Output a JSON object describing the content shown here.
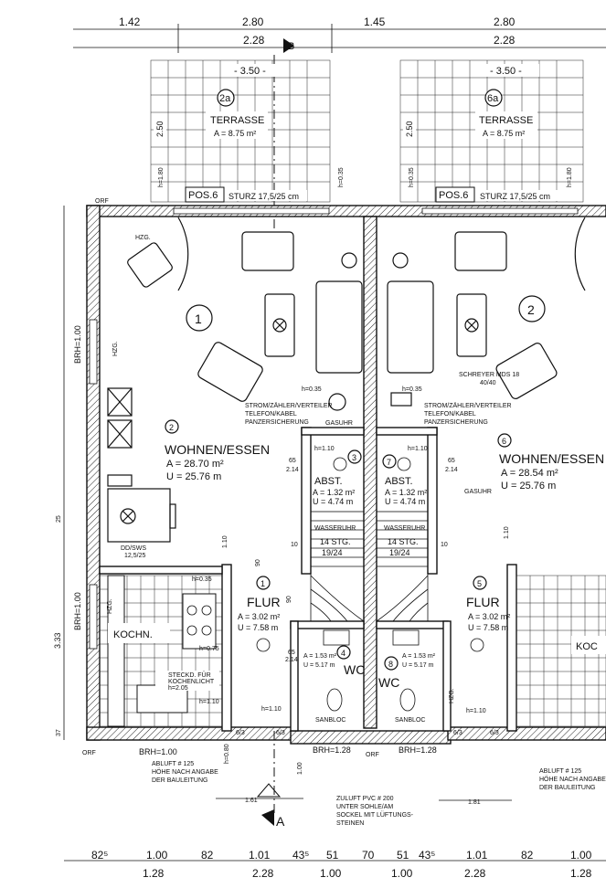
{
  "dimensions": {
    "top_partial": [
      "1.42",
      "2.80",
      "1.45",
      "2.80"
    ],
    "top_main": [
      "2.28",
      "2.28"
    ],
    "terrace_width": "- 3.50 -",
    "terrace_depth": "2.50",
    "sill_h": "h=1.80",
    "sill_h2": "h=0.35",
    "left_brh_top": "BRH=1.00",
    "left_brh_mid": "BRH=1.00",
    "left_25": "25",
    "left_333": "3.33",
    "left_37": "37",
    "bottom_row1": [
      "82⁵",
      "1.00",
      "82",
      "1.01",
      "43⁵",
      "51",
      "70",
      "51",
      "43⁵",
      "1.01",
      "82",
      "1.00"
    ],
    "bottom_row2": [
      "1.28",
      "2.28",
      "1.00",
      "1.00",
      "2.28",
      "1.28"
    ],
    "bottom_161_left": "1.61",
    "bottom_161_right": "1.81",
    "bottom_100": "1.00",
    "brh_bottom_left": "BRH=1.00",
    "brh_bottom_mid_left": "BRH=1.28",
    "brh_bottom_mid_right": "BRH=1.28"
  },
  "sections": {
    "top": "B",
    "bottom": "A"
  },
  "terraces": [
    {
      "number": "2a",
      "name": "TERRASSE",
      "area": "A = 8.75 m²",
      "pos": "POS.6",
      "lintel": "STURZ 17,5/25 cm"
    },
    {
      "number": "6a",
      "name": "TERRASSE",
      "area": "A = 8.75 m²",
      "pos": "POS.6",
      "lintel": "STURZ 17,5/25 cm"
    }
  ],
  "units": [
    {
      "number": "1",
      "circle": "1"
    },
    {
      "number": "2",
      "circle": "2"
    }
  ],
  "rooms": {
    "living_left": {
      "number": "2",
      "name": "WOHNEN/ESSEN",
      "area": "A = 28.70 m²",
      "perimeter": "U = 25.76 m"
    },
    "living_right": {
      "number": "6",
      "name": "WOHNEN/ESSEN",
      "area": "A = 28.54 m²",
      "perimeter": "U = 25.76 m"
    },
    "store_left": {
      "number": "3",
      "name": "ABST.",
      "area": "A = 1.32 m²",
      "perimeter": "U = 4.74 m"
    },
    "store_right": {
      "number": "7",
      "name": "ABST.",
      "area": "A = 1.32 m²",
      "perimeter": "U = 4.74 m"
    },
    "hall_left": {
      "number": "1",
      "name": "FLUR",
      "area": "A = 3.02 m²",
      "perimeter": "U = 7.58 m"
    },
    "hall_right": {
      "number": "5",
      "name": "FLUR",
      "area": "A = 3.02 m²",
      "perimeter": "U = 7.58 m"
    },
    "wc_left": {
      "number": "4",
      "name": "WC",
      "area": "A = 1.53 m²",
      "perimeter": "U = 5.17 m"
    },
    "wc_right": {
      "number": "8",
      "name": "WC",
      "area": "A = 1.53 m²",
      "perimeter": "U = 5.17 m"
    },
    "kitchen": {
      "name": "KOCHN."
    },
    "kitchen_right": {
      "name": "KOC"
    }
  },
  "stairs": {
    "left": {
      "steps": "14 STG.",
      "ratio": "19/24",
      "water": "WASSERUHR"
    },
    "right": {
      "steps": "14 STG.",
      "ratio": "19/24",
      "water": "WASSERUHR"
    }
  },
  "notes": {
    "meter_left": [
      "STROM/ZÄHLER/VERTEILER",
      "TELEFON/KABEL",
      "PANZERSICHERUNG"
    ],
    "meter_right": [
      "STROM/ZÄHLER/VERTEILER",
      "TELEFON/KABEL",
      "PANZERSICHERUNG"
    ],
    "schreyer": [
      "SCHREYER MDS 18",
      "40/40"
    ],
    "gasuhr": "GASUHR",
    "dd_sws": [
      "DD/SWS",
      "12,5/25"
    ],
    "steckdose": [
      "STECKD. FÜR",
      "KOCHENLICHT",
      "h=2.05"
    ],
    "abluft_left": [
      "ABLUFT # 125",
      "HÖHE NACH ANGABE",
      "DER BAULEITUNG"
    ],
    "abluft_right": [
      "ABLUFT # 125",
      "HÖHE NACH ANGABE",
      "DER BAULEITUNG"
    ],
    "zuluft": [
      "ZULUFT PVC # 200",
      "UNTER SOHLE/AM",
      "SOCKEL MIT LÜFTUNGS-",
      "STEINEN"
    ],
    "sanbloc": "SANBLOC",
    "hzg": "HZG.",
    "orf": "ORF",
    "h035": "h=0.35",
    "h110": "h=1.10",
    "h080": "h=0.80",
    "h075": "h=0.75",
    "dim_65": "65",
    "dim_214": "2.14",
    "dim_90": "90",
    "dim_10": "10",
    "dim_63": "6/3",
    "dim_110": "1.10",
    "dim_100": "1.00"
  }
}
